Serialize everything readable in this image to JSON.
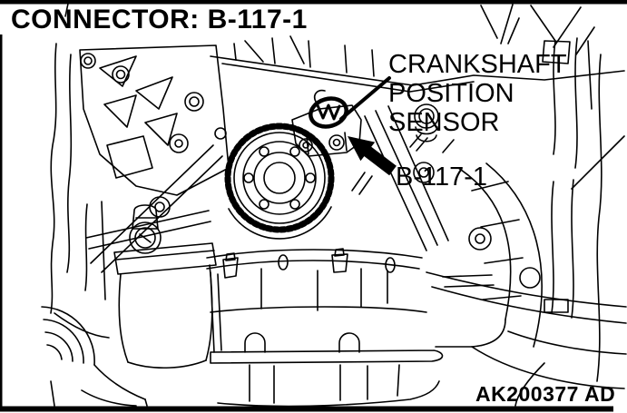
{
  "page": {
    "background": "#ffffff",
    "line_color": "#000000"
  },
  "header": {
    "title": "CONNECTOR: B-117-1"
  },
  "callout": {
    "sensor_label": {
      "line1": "CRANKSHAFT",
      "line2": "POSITION",
      "line3": "SENSOR"
    },
    "connector_id": "B-117-1"
  },
  "footer": {
    "figure_code": "AK200377 AD"
  }
}
